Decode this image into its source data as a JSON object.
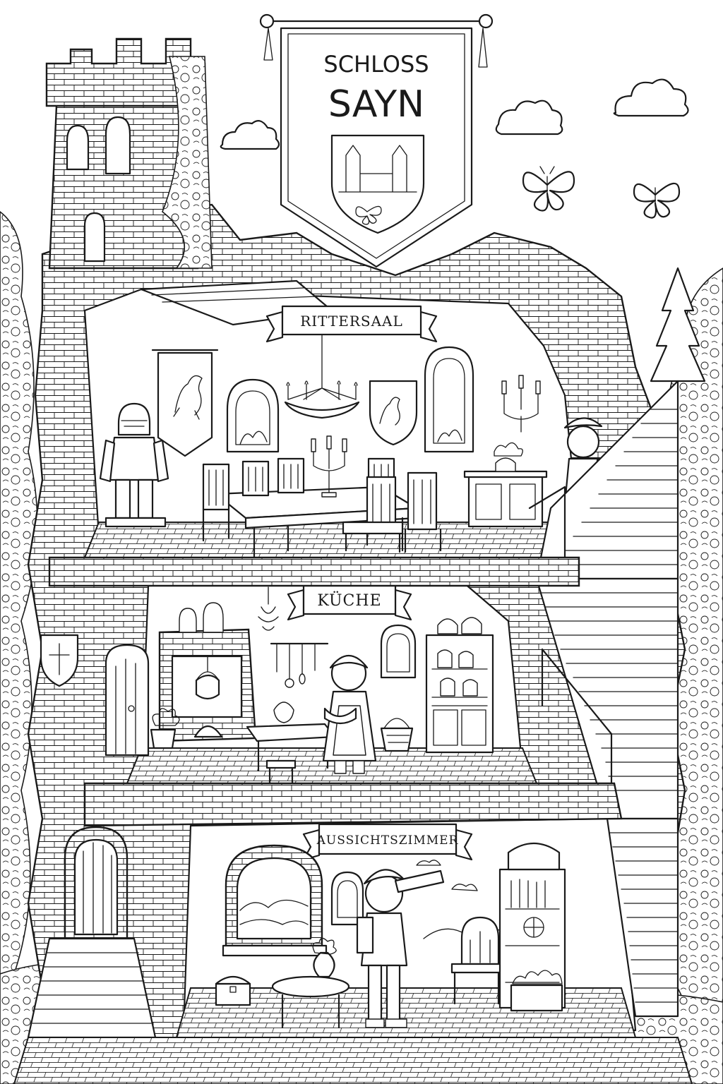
{
  "banner": {
    "line1": "SCHLOSS",
    "line2": "SAYN"
  },
  "rooms": {
    "upper": "RITTERSAAL",
    "middle": "KÜCHE",
    "lower": "AUSSICHTSZIMMER"
  },
  "colors": {
    "ink": "#1a1a1a",
    "paper": "#ffffff"
  }
}
